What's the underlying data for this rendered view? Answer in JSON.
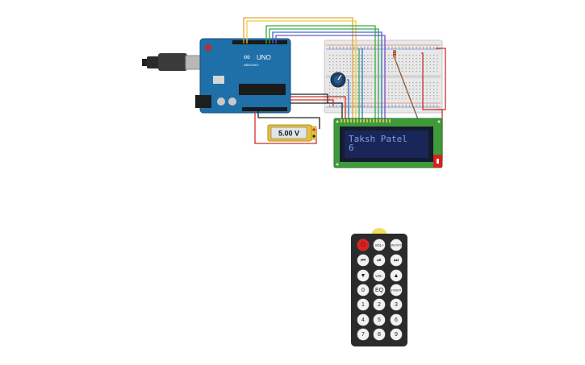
{
  "arduino": {
    "logo_text": "UNO",
    "brand_text": "ARDUINO"
  },
  "multimeter": {
    "reading": "5.00 V"
  },
  "lcd": {
    "line1": "Taksh Patel",
    "line2": "6"
  },
  "remote": {
    "buttons": [
      {
        "id": "power",
        "label": "⏻",
        "kind": "power"
      },
      {
        "id": "vol-plus",
        "label": "VOL+"
      },
      {
        "id": "func-stop",
        "label": "FUNC/STOP"
      },
      {
        "id": "prev",
        "label": "⏮"
      },
      {
        "id": "play-pause",
        "label": "⏯"
      },
      {
        "id": "next",
        "label": "⏭"
      },
      {
        "id": "down",
        "label": "▼"
      },
      {
        "id": "vol-minus",
        "label": "VOL-"
      },
      {
        "id": "up",
        "label": "▲"
      },
      {
        "id": "num-0",
        "label": "0"
      },
      {
        "id": "eq",
        "label": "EQ"
      },
      {
        "id": "st-rept",
        "label": "ST/REPT"
      },
      {
        "id": "num-1",
        "label": "1"
      },
      {
        "id": "num-2",
        "label": "2"
      },
      {
        "id": "num-3",
        "label": "3"
      },
      {
        "id": "num-4",
        "label": "4"
      },
      {
        "id": "num-5",
        "label": "5"
      },
      {
        "id": "num-6",
        "label": "6"
      },
      {
        "id": "num-7",
        "label": "7"
      },
      {
        "id": "num-8",
        "label": "8"
      },
      {
        "id": "num-9",
        "label": "9"
      }
    ]
  },
  "colors": {
    "arduino_board": "#1f6fa8",
    "breadboard": "#e8e8e8",
    "lcd_pcb": "#3e9a3a",
    "lcd_screen": "#1a2657",
    "remote_body": "#2b2b2b",
    "ir_led": "#f2e05a",
    "wire_orange": "#e8a23a",
    "wire_yellow": "#e6d23a",
    "wire_green": "#3ea845",
    "wire_blue": "#3070d0",
    "wire_purple": "#7a4fc4",
    "wire_red": "#c9302c",
    "wire_black": "#222222",
    "wire_brown": "#8a5a3a"
  }
}
